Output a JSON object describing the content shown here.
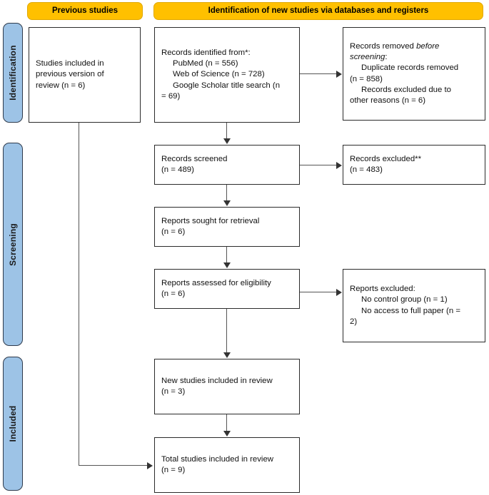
{
  "diagram": {
    "title": "PRISMA 2020 flow diagram for updated systematic reviews",
    "colors": {
      "header_orange": "#FFC000",
      "stage_blue": "#9DC3E6",
      "box_border": "#2B2B2B",
      "connector": "#555555"
    }
  },
  "headers": {
    "previous_studies": "Previous studies",
    "new_studies": "Identification of new studies via databases and registers"
  },
  "stages": {
    "identification": "Identification",
    "screening": "Screening",
    "included": "Included"
  },
  "boxes": {
    "previous_version": {
      "line1": "Studies included in",
      "line2": "previous version of",
      "line3": "review (n = 6)"
    },
    "records_identified": {
      "label": "Records identified from*:",
      "sources": [
        "PubMed (n = 556)",
        "Web of Science (n = 728)",
        "Google Scholar title search (n",
        "= 69)"
      ]
    },
    "records_removed": {
      "label_a": "Records removed ",
      "label_em": "before",
      "label_b": "screening",
      "label_c": ":",
      "items": [
        "Duplicate records removed",
        "(n = 858)",
        "Records excluded due to",
        "other reasons (n = 6)"
      ]
    },
    "records_screened": {
      "label": "Records screened",
      "count": "(n = 489)"
    },
    "records_excluded": {
      "label": "Records excluded**",
      "count": "(n = 483)"
    },
    "reports_sought": {
      "label": "Reports sought for retrieval",
      "count": "(n = 6)"
    },
    "reports_assessed": {
      "label": "Reports assessed for eligibility",
      "count": "(n = 6)"
    },
    "reports_excluded": {
      "label": "Reports excluded:",
      "reasons": [
        "No control group (n = 1)",
        "No access to full paper (n =",
        "2)"
      ]
    },
    "new_included": {
      "label": "New studies included in review",
      "count": "(n = 3)"
    },
    "total_included": {
      "label": "Total studies included in review",
      "count": "(n = 9)"
    }
  }
}
